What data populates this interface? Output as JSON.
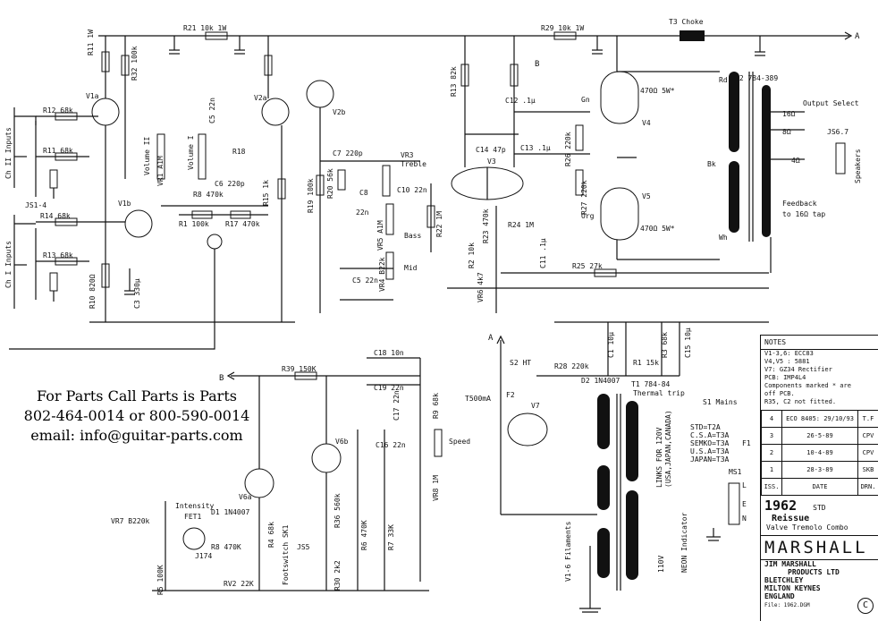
{
  "parts_notice": {
    "line1": "For Parts Call Parts is Parts",
    "line2": "802-464-0014 or 800-590-0014",
    "line3": "email: info@guitar-parts.com"
  },
  "notes": {
    "heading": "NOTES",
    "lines": [
      "V1-3,6: ECC83",
      "V4,V5 : 5881",
      "V7: GZ34 Rectifier",
      "PCB: IMP4L4",
      "Components marked * are",
      "off PCB.",
      "R35, C2 not fitted."
    ],
    "revisions": [
      [
        "4",
        "ECO 8405: 29/10/93",
        "T.F"
      ],
      [
        "3",
        "26-5-89",
        "CPV"
      ],
      [
        "2",
        "10-4-89",
        "CPV"
      ],
      [
        "1",
        "28-3-89",
        "SKB"
      ]
    ],
    "rev_header": [
      "ISS.",
      "DATE",
      "DRN."
    ]
  },
  "title_block": {
    "model": "1962",
    "std": "STD",
    "reissue": "Reissue",
    "desc": "Valve Tremolo Combo",
    "brand": "MARSHALL",
    "company": [
      "JIM MARSHALL",
      "PRODUCTS LTD",
      "BLETCHLEY",
      "MILTON KEYNES",
      "ENGLAND"
    ],
    "file": "File: 1962.DGM",
    "logo": "C"
  },
  "labels": {
    "r21": "R21 10k 1W",
    "r29": "R29 10k 1W",
    "t3": "T3 Choke",
    "a_out": "A",
    "b_mark": "B",
    "r11": "R11 1W",
    "r32": "R32 100k",
    "v1a": "V1a",
    "r12": "R12 68k",
    "r11b": "R11 68k",
    "ch2": "Ch II Inputs",
    "ch1": "Ch I Inputs",
    "js1": "JS1-4",
    "r14": "R14 68k",
    "r13": "R13 68k",
    "v1b": "V1b",
    "vol2": "Volume II",
    "vr1": "VR1 A1M",
    "vol1": "Volume I",
    "c5": "C5 22n",
    "c6": "C6 220p",
    "r18": "R18",
    "r8": "R8 470k",
    "r1": "R1 100k",
    "r17": "R17 470k",
    "v2a": "V2a",
    "v2b": "V2b",
    "r15": "R15 1k",
    "r10": "R10 820Ω",
    "c3": "C3 330μ",
    "c7": "C7 220p",
    "vr3": "VR3",
    "treble": "Treble",
    "c10": "C10 22n",
    "c8": "C8",
    "c8v": "22n",
    "r19": "R19 100k",
    "r20": "R20 56k",
    "vr5": "VR5 A1M",
    "bass": "Bass",
    "mid": "Mid",
    "vr4": "VR4 B22k",
    "c5b": "C5 22n",
    "r22": "R22 1M",
    "v3": "V3",
    "c14": "C14 47p",
    "c12": "C12 .1μ",
    "c13": "C13 .1μ",
    "r13b": "R13 82k",
    "r26": "R26 220k",
    "r27": "R27 220k",
    "r23": "R23 470k",
    "r24": "R24 1M",
    "r2": "R2 10k",
    "c11": "C11 .1μ",
    "r25": "R25 27k",
    "vr6": "VR6 4k7",
    "v4": "V4",
    "v5": "V5",
    "g1": "Gn",
    "org": "Org",
    "r470a": "470Ω 5W*",
    "r470b": "470Ω 5W*",
    "t2": "T2 784-389",
    "rd": "Rd",
    "bk": "Bk",
    "wh": "Wh",
    "out_sel": "Output Select",
    "o16": "16Ω",
    "o8": "8Ω",
    "o4": "4Ω",
    "js67": "JS6.7",
    "speakers": "Speakers",
    "feedback": "Feedback",
    "feedback2": "to 16Ω tap",
    "b_in": "B",
    "r39": "R39 150K",
    "c18": "C18 10n",
    "c19": "C19 22n",
    "c17": "C17 22n",
    "c16": "C16 22n",
    "r9": "R9 68k",
    "speed": "Speed",
    "vr8": "VR8 1M",
    "v6a": "V6a",
    "v6b": "V6b",
    "intensity": "Intensity",
    "vr7": "VR7 B220k",
    "fet": "FET1",
    "d1": "D1 1N4007",
    "r8b": "R8 470K",
    "j174": "J174",
    "r4": "R4 68k",
    "rv2": "RV2 22K",
    "fsw": "Footswitch SK1",
    "js5": "JS5",
    "r30": "R30 2k2",
    "r36": "R36 560k",
    "r6": "R6 470K",
    "r7": "R7 33K",
    "r5": "R5 100K",
    "a_in": "A",
    "s2": "S2 HT",
    "f2": "F2",
    "t500": "T500mA",
    "v7": "V7",
    "r28": "R28 220k",
    "d2": "D2 1N4007",
    "c1": "C1 10μ",
    "r1b": "R1 15k",
    "r3": "R3 68k",
    "c15": "C15 10μ",
    "t1": "T1 784-84",
    "thermal": "Thermal trip",
    "s1": "S1 Mains",
    "links": "LINKS FOR 120V",
    "links2": "(USA,JAPAN,CANADA)",
    "fuses": [
      "STD=T2A",
      "C.S.A=T3A",
      "SEMKO=T3A",
      "U.S.A=T3A",
      "JAPAN=T3A"
    ],
    "f1": "F1",
    "ms1": "MS1",
    "e": "E",
    "n": "N",
    "l": "L",
    "v16": "V1-6 Filaments",
    "neon": "NEON Indicator",
    "v110": "110V"
  }
}
